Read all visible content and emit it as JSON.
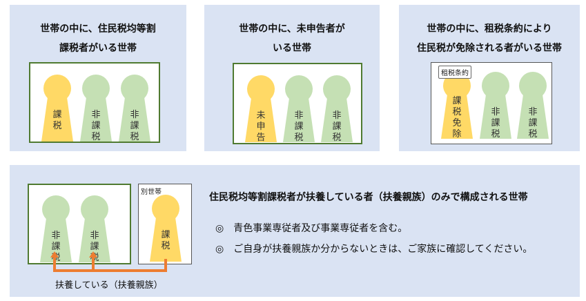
{
  "panels": [
    {
      "title_lines": [
        "世帯の中に、住民税均等割",
        "課税者がいる世帯"
      ],
      "figures": [
        {
          "label": "課\n税",
          "color": "#ffd966"
        },
        {
          "label": "非\n課\n税",
          "color": "#c5e0b4"
        },
        {
          "label": "非\n課\n税",
          "color": "#c5e0b4"
        }
      ]
    },
    {
      "title_lines": [
        "世帯の中に、未申告者が",
        "いる世帯"
      ],
      "figures": [
        {
          "label": "未\n申\n告",
          "color": "#ffd966"
        },
        {
          "label": "非\n課\n税",
          "color": "#c5e0b4"
        },
        {
          "label": "非\n課\n税",
          "color": "#c5e0b4"
        }
      ]
    },
    {
      "title_lines": [
        "世帯の中に、租税条約により",
        "住民税が免除される者がいる世帯"
      ],
      "tag": "租税条約",
      "figures": [
        {
          "label": "課\n税\n免\n除",
          "color": "#ffd966"
        },
        {
          "label": "非\n課\n税",
          "color": "#c5e0b4"
        },
        {
          "label": "非\n課\n税",
          "color": "#c5e0b4"
        }
      ]
    }
  ],
  "bottom": {
    "heading": "住民税均等割課税者が扶養している者（扶養親族）のみで構成される世帯",
    "notes": [
      "◎　青色事業専従者及び事業専従者を含む。",
      "◎　ご自身が扶養親族か分からないときは、ご家族に確認してください。"
    ],
    "figures": [
      {
        "label": "非\n課\n税",
        "color": "#c5e0b4"
      },
      {
        "label": "非\n課\n税",
        "color": "#c5e0b4"
      }
    ],
    "separate_tag": "別世帯",
    "separate_figure": {
      "label": "課\n税",
      "color": "#ffd966"
    },
    "bracket_label": "扶養している（扶養親族）",
    "arrow_color": "#ed7d31"
  }
}
